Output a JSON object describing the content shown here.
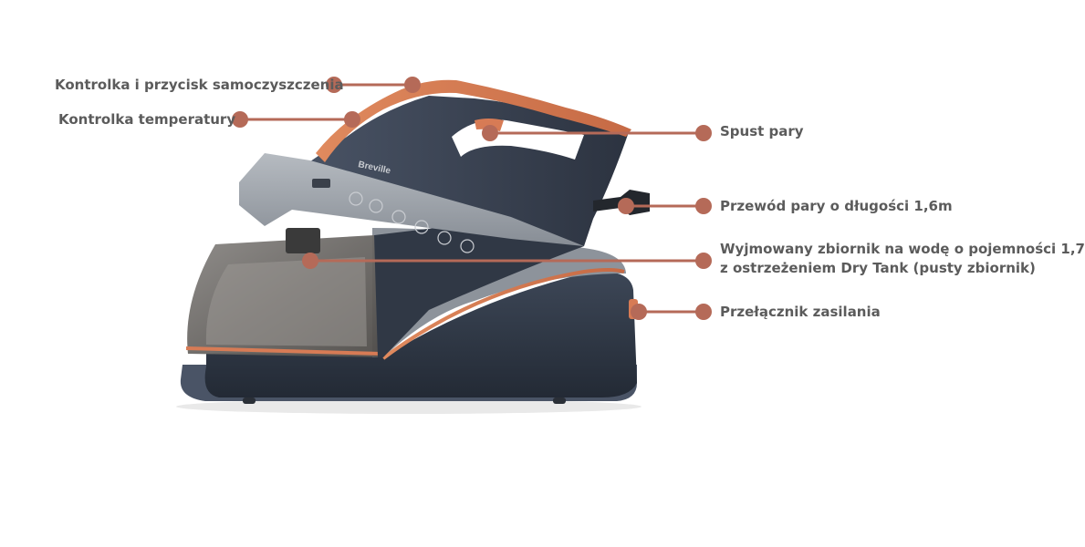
{
  "colors": {
    "callout": "#b56a58",
    "label_text": "#5b5b5b",
    "body_dark": "#2f3846",
    "body_mid": "#4a5565",
    "grey_panel": "#9aa0a7",
    "copper": "#d77b55",
    "tank_glass": "#6e6b68"
  },
  "product": {
    "brand": "Breville",
    "description": "steam generator iron"
  },
  "callouts": [
    {
      "id": "self-clean",
      "text": "Kontrolka i przycisk samoczyszczenia"
    },
    {
      "id": "temperature",
      "text": "Kontrolka temperatury"
    },
    {
      "id": "steam-trigger",
      "text": "Spust pary"
    },
    {
      "id": "steam-hose",
      "text": "Przewód pary o długości 1,6m"
    },
    {
      "id": "water-tank",
      "lines": [
        "Wyjmowany zbiornik na wodę o pojemności 1,7",
        "z ostrzeżeniem Dry Tank (pusty zbiornik)"
      ]
    },
    {
      "id": "power-switch",
      "text": "Przełącznik zasilania"
    }
  ]
}
